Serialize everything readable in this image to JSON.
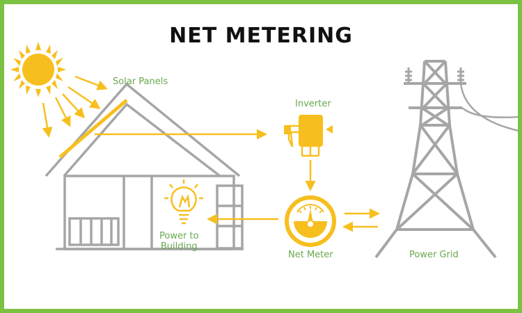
{
  "title": "NET METERING",
  "labels": {
    "solar_panels": "Solar Panels",
    "inverter": "Inverter",
    "power_to_building_line1": "Power to",
    "power_to_building_line2": "Building",
    "net_meter": "Net Meter",
    "power_grid": "Power Grid"
  },
  "colors": {
    "border": "#7cc242",
    "accent_yellow": "#f7bf1e",
    "structure_gray": "#a6a6a6",
    "label_green": "#6aa84f"
  },
  "icons": [
    "sun-icon",
    "solar-panel-icon",
    "house-icon",
    "inverter-icon",
    "light-bulb-icon",
    "net-meter-icon",
    "power-tower-icon"
  ]
}
